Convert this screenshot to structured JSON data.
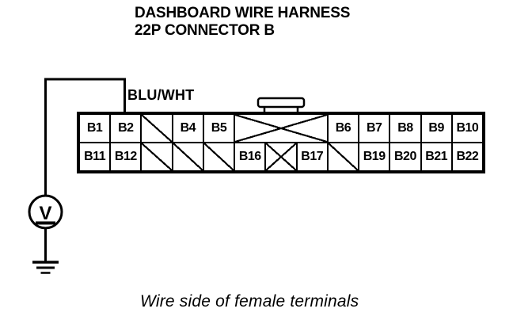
{
  "title": {
    "line1": "DASHBOARD WIRE HARNESS",
    "line2": "22P CONNECTOR B"
  },
  "wire": {
    "color_label": "BLU/WHT"
  },
  "caption": "Wire side of female terminals",
  "meter": {
    "symbol": "V"
  },
  "colors": {
    "ink": "#000000",
    "paper": "#ffffff"
  },
  "connector": {
    "rows": [
      {
        "cells": [
          {
            "label": "B1",
            "type": "pin",
            "span": 1
          },
          {
            "label": "B2",
            "type": "pin",
            "span": 1
          },
          {
            "label": "",
            "type": "nc_slash",
            "span": 1
          },
          {
            "label": "B4",
            "type": "pin",
            "span": 1
          },
          {
            "label": "B5",
            "type": "pin",
            "span": 1
          },
          {
            "label": "",
            "type": "blocked_x",
            "span": 3
          },
          {
            "label": "B6",
            "type": "pin",
            "span": 1
          },
          {
            "label": "B7",
            "type": "pin",
            "span": 1
          },
          {
            "label": "B8",
            "type": "pin",
            "span": 1
          },
          {
            "label": "B9",
            "type": "pin",
            "span": 1
          },
          {
            "label": "B10",
            "type": "pin",
            "span": 1
          }
        ]
      },
      {
        "cells": [
          {
            "label": "B11",
            "type": "pin",
            "span": 1
          },
          {
            "label": "B12",
            "type": "pin",
            "span": 1
          },
          {
            "label": "",
            "type": "nc_slash",
            "span": 1
          },
          {
            "label": "",
            "type": "nc_slash",
            "span": 1
          },
          {
            "label": "",
            "type": "nc_slash",
            "span": 1
          },
          {
            "label": "B16",
            "type": "pin",
            "span": 1
          },
          {
            "label": "",
            "type": "blocked_x",
            "span": 1
          },
          {
            "label": "B17",
            "type": "pin",
            "span": 1
          },
          {
            "label": "",
            "type": "nc_slash",
            "span": 1
          },
          {
            "label": "B19",
            "type": "pin",
            "span": 1
          },
          {
            "label": "B20",
            "type": "pin",
            "span": 1
          },
          {
            "label": "B21",
            "type": "pin",
            "span": 1
          },
          {
            "label": "B22",
            "type": "pin",
            "span": 1
          }
        ]
      }
    ]
  }
}
